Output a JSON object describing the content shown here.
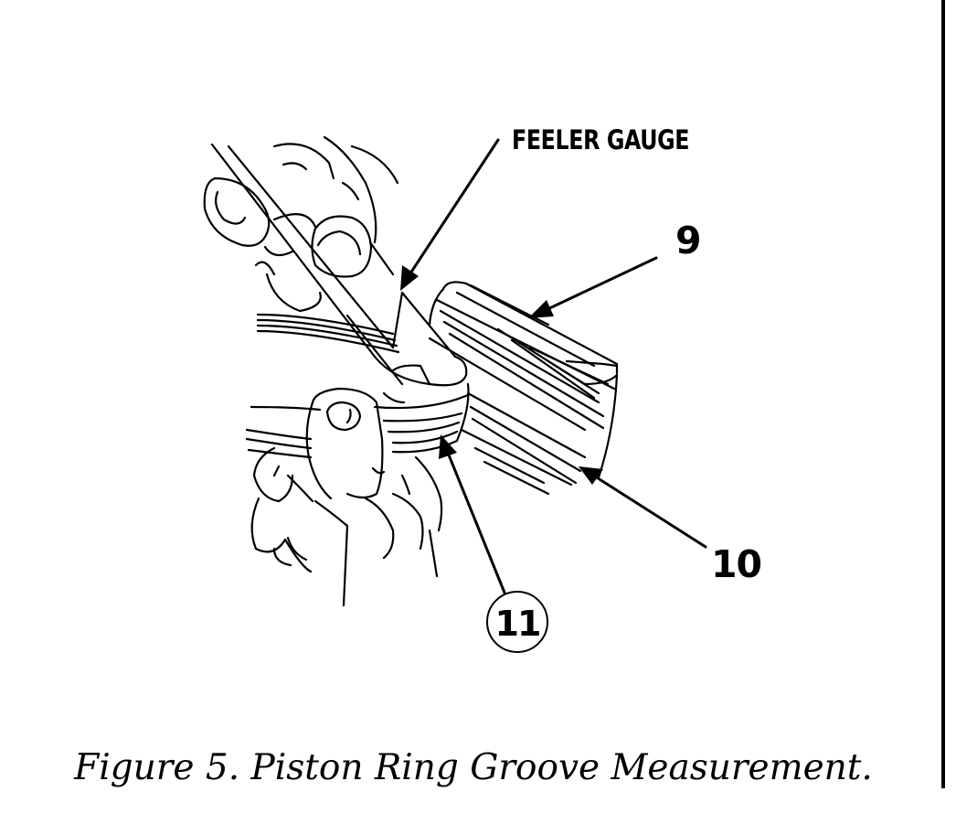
{
  "figure": {
    "caption": "Figure 5. Piston Ring Groove Measurement.",
    "callouts": {
      "feeler_gauge": "FEELER GAUGE",
      "item_9": "9",
      "item_10": "10",
      "item_11": "11"
    }
  },
  "colors": {
    "ink": "#000000",
    "paper": "#ffffff"
  }
}
